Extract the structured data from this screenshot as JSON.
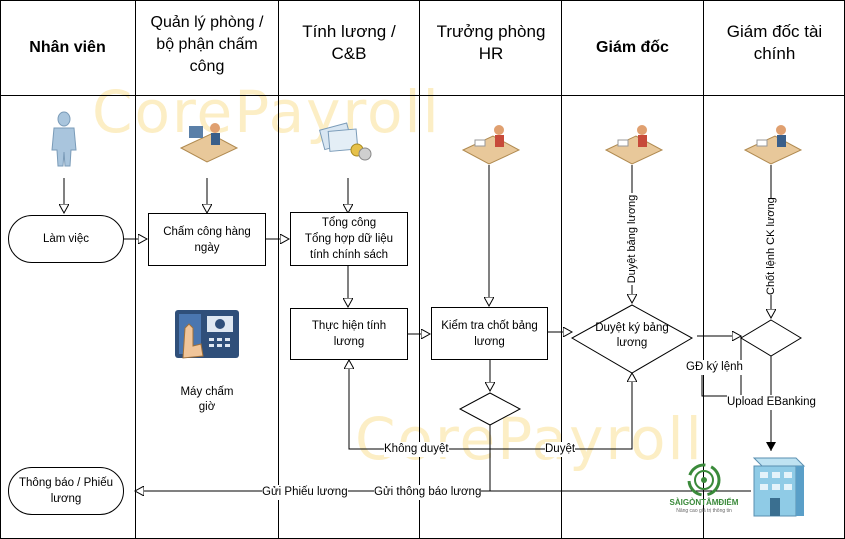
{
  "headers": [
    {
      "text": "Nhân viên",
      "bold": true
    },
    {
      "text": "Quản lý phòng / bộ phận chấm công",
      "bold": false
    },
    {
      "text": "Tính lương / C&B",
      "bold": false
    },
    {
      "text": "Trưởng phòng HR",
      "bold": false
    },
    {
      "text": "Giám đốc",
      "bold": true
    },
    {
      "text": "Giám đốc tài chính",
      "bold": false
    }
  ],
  "watermark": "CorePayroll",
  "nodes": {
    "lam_viec": "Làm việc",
    "cham_cong": "Chấm công hàng ngày",
    "tong_cong": "Tổng công\nTổng hợp dữ liệu tính chính sách",
    "thuc_hien": "Thực hiện tính lương",
    "kiem_tra": "Kiểm tra chốt bảng lương",
    "duyet_ky": "Duyệt ký bảng lương",
    "thong_bao": "Thông báo / Phiếu lương",
    "may_cham_gio": "Máy chấm giờ"
  },
  "edge_labels": {
    "khong_duyet": "Không duyệt",
    "duyet": "Duyệt",
    "gd_ky_lenh": "GĐ ký lệnh",
    "upload": "Upload EBanking",
    "gui_phieu": "Gửi Phiếu lương",
    "gui_thong_bao": "Gửi thông báo lương",
    "duyet_bang_luong": "Duyệt bảng lương",
    "chot_lenh_ck": "Chốt lệnh CK lương"
  },
  "logo": {
    "name": "SÀIGÒNTÂMĐIỂM",
    "tagline": "Nâng cao giá trị thông tin"
  },
  "colors": {
    "watermark": "#f5cd5a",
    "logo_green": "#3a8a3a"
  }
}
